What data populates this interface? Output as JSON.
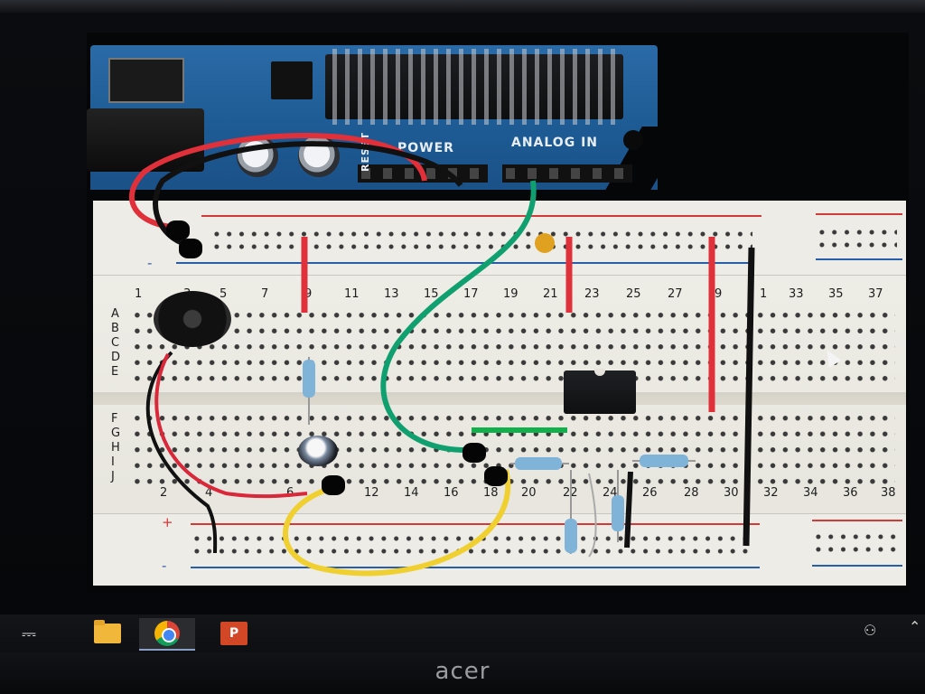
{
  "arduino": {
    "silk_analog": "ANALOG IN",
    "silk_power": "POWER",
    "silk_reset": "RESET"
  },
  "breadboard": {
    "top_numbers": [
      "1",
      "3",
      "5",
      "7",
      "9",
      "11",
      "13",
      "15",
      "17",
      "19",
      "21",
      "23",
      "25",
      "27",
      "9",
      "1",
      "33",
      "35",
      "37"
    ],
    "bottom_numbers": [
      "2",
      "4",
      "6",
      "12",
      "14",
      "16",
      "18",
      "20",
      "22",
      "24",
      "26",
      "28",
      "30",
      "32",
      "34",
      "36",
      "38"
    ],
    "rows_top": [
      "A",
      "B",
      "C",
      "D",
      "E"
    ],
    "rows_bottom": [
      "F",
      "G",
      "H",
      "I",
      "J"
    ],
    "rail_plus": "+",
    "rail_minus": "-"
  },
  "taskbar": {
    "taskview_icon": "task-view-icon",
    "apps": [
      {
        "name": "file-explorer-icon"
      },
      {
        "name": "chrome-icon",
        "active": true
      },
      {
        "name": "powerpoint-icon",
        "label": "P"
      }
    ],
    "tray_people": "people-icon",
    "tray_chevron": "chevron-up-icon"
  },
  "monitor": {
    "brand": "acer"
  },
  "colors": {
    "board_blue": "#1d5a93",
    "wire_red": "#e0303a",
    "wire_black": "#111111",
    "wire_green": "#10a070",
    "wire_yellow": "#f0d030",
    "rail_red": "#d33b3b",
    "rail_blue": "#2a5da8"
  }
}
